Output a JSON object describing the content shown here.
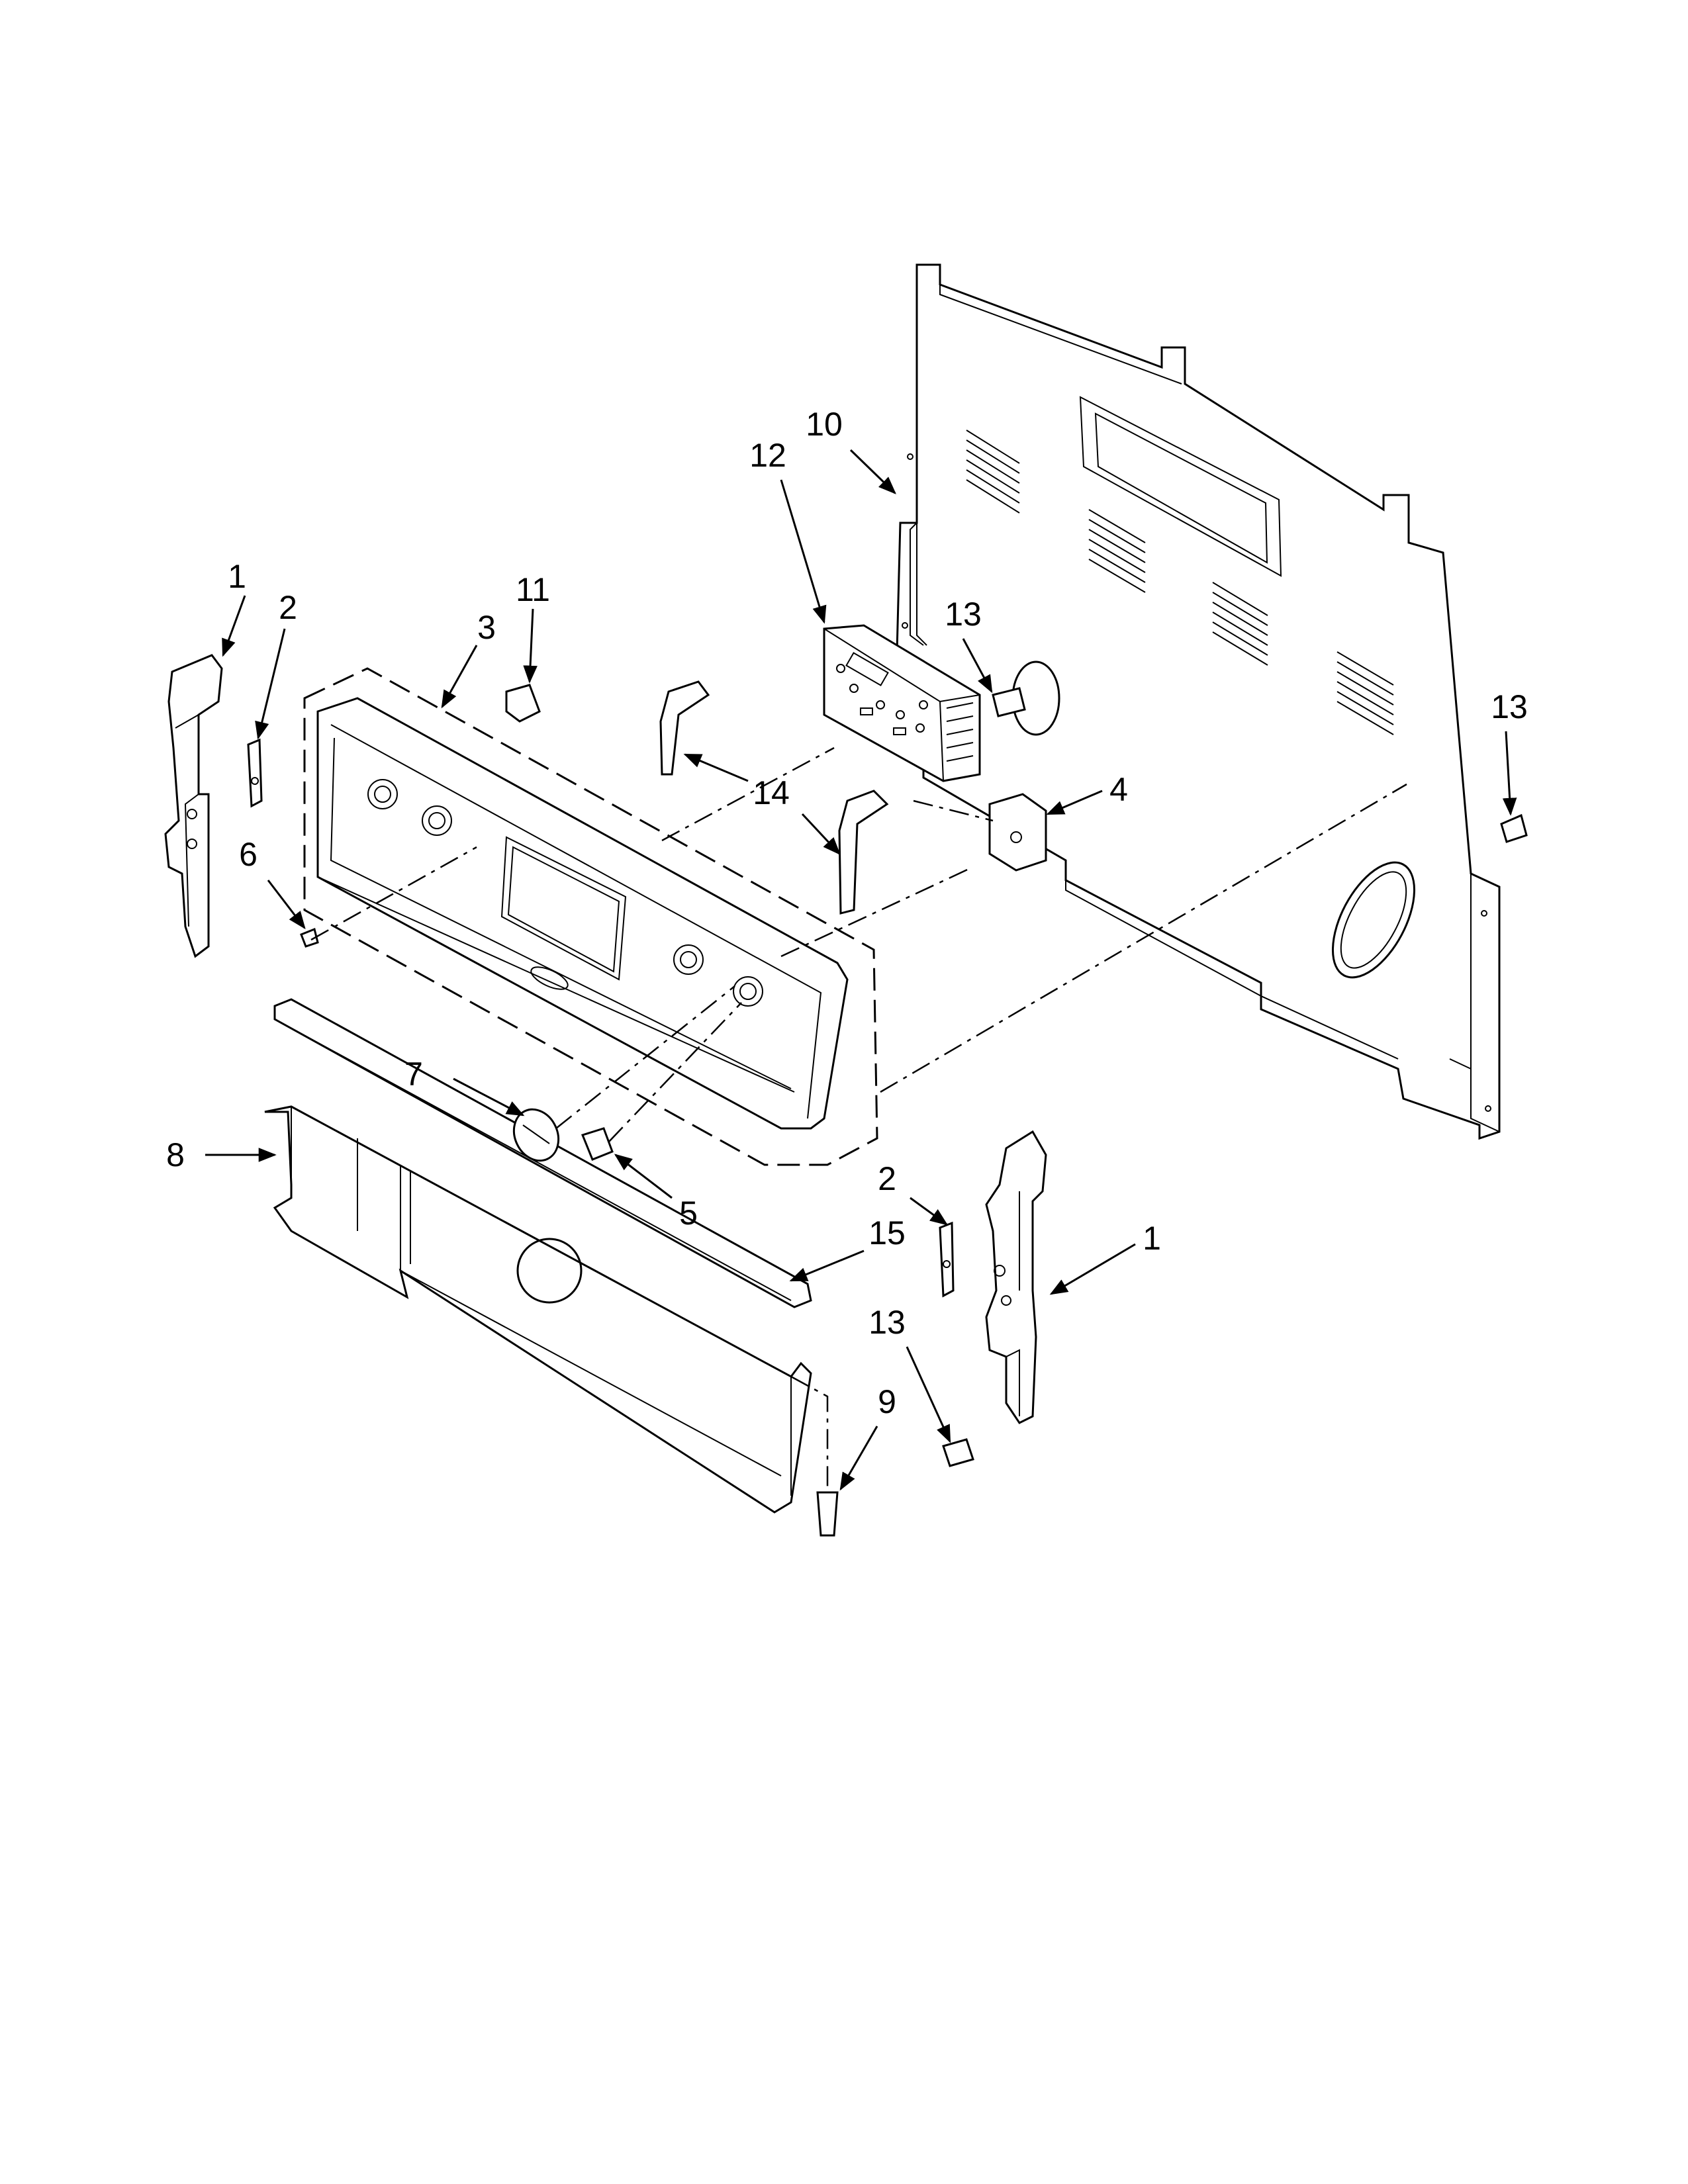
{
  "callouts": [
    {
      "id": "c-1a",
      "label": "1"
    },
    {
      "id": "c-2a",
      "label": "2"
    },
    {
      "id": "c-3",
      "label": "3"
    },
    {
      "id": "c-11",
      "label": "11"
    },
    {
      "id": "c-6",
      "label": "6"
    },
    {
      "id": "c-12",
      "label": "12"
    },
    {
      "id": "c-10",
      "label": "10"
    },
    {
      "id": "c-13a",
      "label": "13"
    },
    {
      "id": "c-13b",
      "label": "13"
    },
    {
      "id": "c-14",
      "label": "14"
    },
    {
      "id": "c-4",
      "label": "4"
    },
    {
      "id": "c-7",
      "label": "7"
    },
    {
      "id": "c-5",
      "label": "5"
    },
    {
      "id": "c-8",
      "label": "8"
    },
    {
      "id": "c-2b",
      "label": "2"
    },
    {
      "id": "c-15",
      "label": "15"
    },
    {
      "id": "c-1b",
      "label": "1"
    },
    {
      "id": "c-13c",
      "label": "13"
    },
    {
      "id": "c-9",
      "label": "9"
    }
  ]
}
